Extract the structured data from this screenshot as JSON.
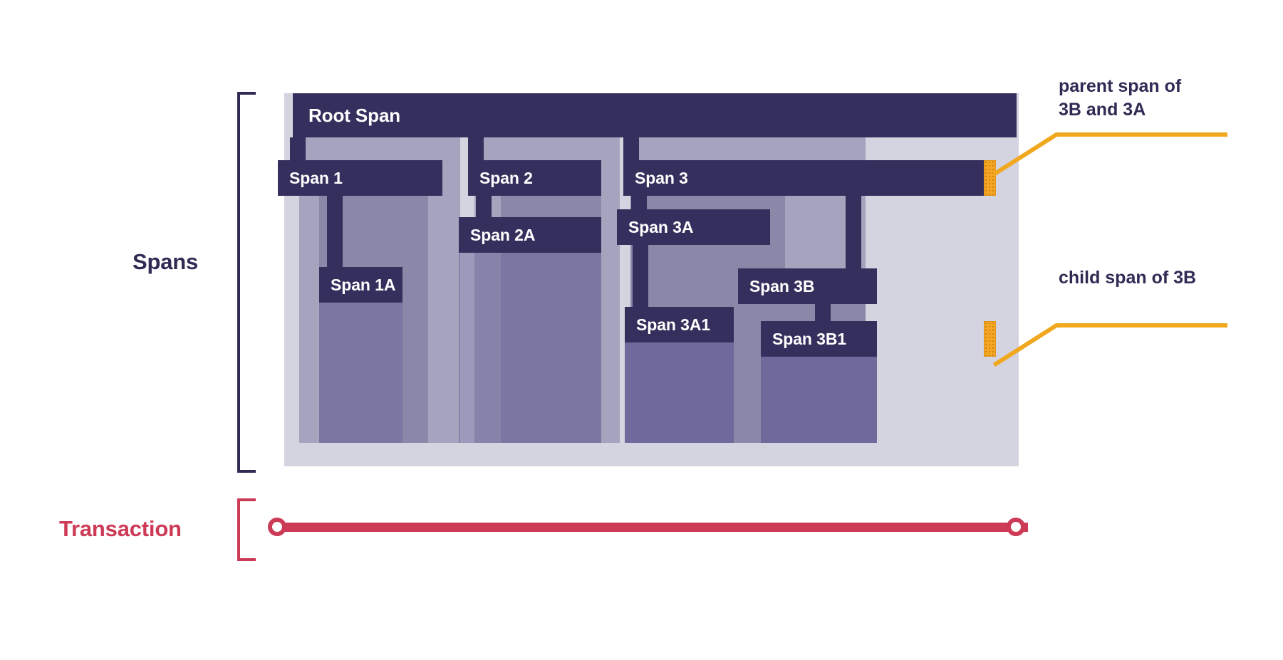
{
  "diagram": {
    "title": "Spans and Transaction waterfall",
    "colors": {
      "span_bar": "#342F5C",
      "level0_fill": "#D4D3E0",
      "level1_fill": "#A5A3BD",
      "level2_fill": "#8A87A8",
      "level3_fill": "#6E6A9C",
      "accent_orange": "#F5A623",
      "transaction_red": "#CC3A56",
      "label_purple": "#302B54"
    }
  },
  "sections": {
    "spans_label": "Spans",
    "transaction_label": "Transaction"
  },
  "spans": {
    "root": {
      "label": "Root Span"
    },
    "span1": {
      "label": "Span 1"
    },
    "span1a": {
      "label": "Span 1A"
    },
    "span2": {
      "label": "Span 2"
    },
    "span2a": {
      "label": "Span 2A"
    },
    "span3": {
      "label": "Span 3"
    },
    "span3a": {
      "label": "Span 3A"
    },
    "span3a1": {
      "label": "Span 3A1"
    },
    "span3b": {
      "label": "Span 3B"
    },
    "span3b1": {
      "label": "Span 3B1"
    }
  },
  "callouts": {
    "parent": {
      "text": "parent span of\n3B and 3A",
      "marker": "orange-highlight-marker"
    },
    "child": {
      "text": "child span of 3B",
      "marker": "orange-highlight-marker"
    }
  },
  "transaction": {
    "start_node": "circle-node-start",
    "end_node": "circle-node-end"
  }
}
